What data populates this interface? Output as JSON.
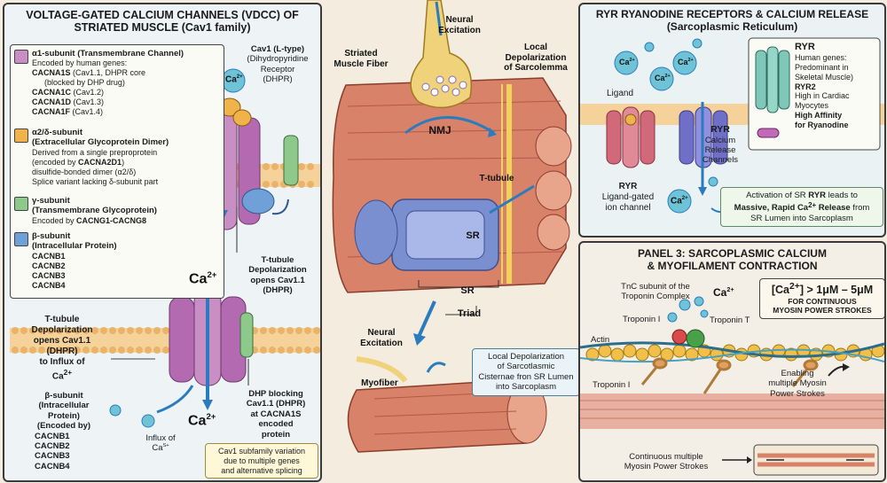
{
  "left": {
    "title_line1": "VOLTAGE-GATED CALCIUM CHANNELS (VDCC) OF",
    "title_line2": "STRIATED MUSCLE (Cav1 family)",
    "alpha1": {
      "title": "α1-subunit (Transmembrane Channel)",
      "l1": "Encoded by human genes:",
      "l2a": "CACNA1S",
      "l2b": " (Cav1.1, DHPR core",
      "l3": "(blocked by DHP drug)",
      "l4a": "CACNA1C",
      "l4b": " (Cav1.2)",
      "l5a": "CACNA1D",
      "l5b": " (Cav1.3)",
      "l6a": "CACNA1F",
      "l6b": " (Cav1.4)"
    },
    "a2d": {
      "title": "α2/δ-subunit",
      "title2": "(Extracellular Glycoprotein Dimer)",
      "l1": "Derived from a single preproprotein",
      "l2a": "(encoded by ",
      "l2b": "CACNA2D1",
      "l2c": ")",
      "l3": "disulfide-bonded dimer (α2/δ)",
      "l4": "Splice variant lacking δ-subunit part"
    },
    "gamma": {
      "title": "γ-subunit",
      "title2": "(Transmembrane Glycoprotein)",
      "l1a": "Encoded by ",
      "l1b": "CACNG1-CACNG8"
    },
    "beta": {
      "title": "β-subunit",
      "title2": "(Intracellular Protein)",
      "genes": [
        "CACNB1",
        "CACNB2",
        "CACNB3",
        "CACNB4"
      ]
    },
    "cav1_label": {
      "l1": "Cav1 (L-type)",
      "l2": "(Dihydropyridine",
      "l3": "Receptor",
      "l4": "(DHPR)"
    },
    "ca_top": "Ca",
    "ttubule_right": {
      "l1": "T-tubule",
      "l2": "Depolarization",
      "l3": "opens Cav1.1",
      "l4": "(DHPR)"
    },
    "ca_mid": "Ca",
    "ttubule_left": {
      "l1": "T-tubule",
      "l2": "Depolarization",
      "l3": "opens Cav1.1",
      "l4": "(DHPR)",
      "l5": "to Influx of",
      "l6": "Ca"
    },
    "beta_lower": {
      "l1": "β-subunit",
      "l2": "(Intracellular",
      "l3": "Protein)",
      "l4": "(Encoded by)",
      "genes": [
        "CACNB1",
        "CACNB2",
        "CACNB3",
        "CACNB4"
      ]
    },
    "influx": {
      "l1": "Influx of",
      "l2": "Ca"
    },
    "influx_sup": "S+",
    "ca_bottom": "Ca",
    "dhp_block": {
      "l1": "DHP blocking",
      "l2": "Cav1.1 (DHPR)",
      "l3": "at CACNA1S",
      "l4": "encoded",
      "l5": "protein"
    },
    "footnote": {
      "l1": "Cav1 subfamily variation",
      "l2": "due to multiple genes",
      "l3": "and alternative splicing"
    },
    "colors": {
      "alpha1": "#c98fc4",
      "a2d": "#f0b24a",
      "gamma": "#8dc98a",
      "beta": "#6fa0d8"
    }
  },
  "center": {
    "neural_top": {
      "l1": "Neural",
      "l2": "Excitation"
    },
    "striated": {
      "l1": "Striated",
      "l2": "Muscle Fiber"
    },
    "local_depol": {
      "l1": "Local",
      "l2": "Depolarization",
      "l3": "of Sarcolemma"
    },
    "nmj": "NMJ",
    "ttubule": "T-tubule",
    "sr1": "SR",
    "sr2": "SR",
    "triad": "Triad",
    "neural_bottom": {
      "l1": "Neural",
      "l2": "Excitation"
    },
    "myofiber": "Myofiber",
    "callout": {
      "l1": "Local Depolarization",
      "l2": "of Sarcotlasmic",
      "l3": "Cisternae fron SR Lumen",
      "l4": "into Sarcoplasm"
    }
  },
  "rtop": {
    "title_line1": "RYR RYANODINE RECEPTORS & CALCIUM RELEASE",
    "title_line2": "(Sarcoplasmic Reticulum)",
    "ca": "Ca",
    "ligand": "Ligand",
    "ryr_mid": {
      "l1": "RYR",
      "l2": "Calcium",
      "l3": "Release",
      "l4": "Channels"
    },
    "ryr_ligand": {
      "l1": "RYR",
      "l2": "Ligand-gated",
      "l3": "ion channel"
    },
    "info": {
      "ryr": "RYR",
      "l1": "Human genes:",
      "l2": "Predominant in",
      "l3": "Skeletal Muscle)",
      "ryr2": "RYR2",
      "l4": "High in Cardiac",
      "l5": "Myocytes",
      "l6": "High Affinity",
      "l7": "for Ryanodine"
    },
    "activation": {
      "l1a": "Activation of SR ",
      "l1b": "RYR",
      "l1c": " leads to",
      "l2a": "Massive, Rapid Ca",
      "l2b": " Release",
      "l2c": " from",
      "l3": "SR Lumen into Sarcoplasm"
    }
  },
  "rbot": {
    "title_line1": "PANEL 3: SARCOPLASMIC CALCIUM",
    "title_line2": "& MYOFILAMENT CONTRACTION",
    "tnc": {
      "l1": "TnC subunit of the",
      "l2": "Troponin Complex"
    },
    "ca": "Ca",
    "conc": {
      "l1a": "[Ca",
      "l1b": "] > 1μM – 5μM",
      "l2": "FOR CONTINUOUS",
      "l3": "MYOSIN POWER STROKES"
    },
    "troponin_i_top": "Troponin I",
    "troponin_t": "Troponin T",
    "actin": "Actin",
    "enabling": {
      "l1": "Enabling",
      "l2": "multiple Myosin",
      "l3": "Power Strokes"
    },
    "troponin_i_bot": "Troponin I",
    "continuous": {
      "l1": "Continuous multiple",
      "l2": "Myosin Power Strokes"
    }
  },
  "sup": "2+"
}
